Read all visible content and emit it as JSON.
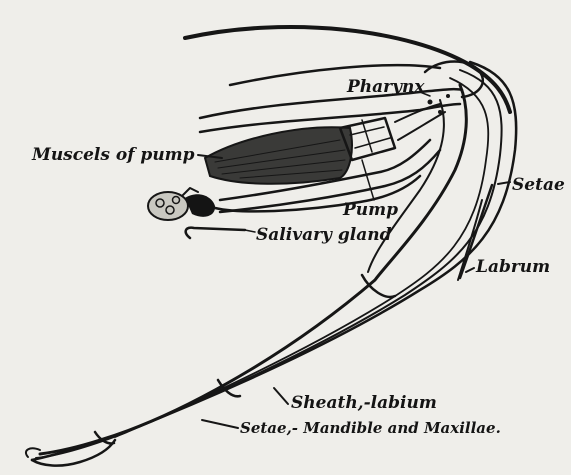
{
  "labels": {
    "pharynx": "Pharynx",
    "muscles": "Muscels of pump",
    "setae_top": "Setae",
    "pump": "Pump",
    "salivary": "Salivary gland",
    "labrum": "Labrum",
    "sheath": "Sheath,-labium",
    "setae_bottom": "Setae,- Mandible and Maxillae."
  }
}
